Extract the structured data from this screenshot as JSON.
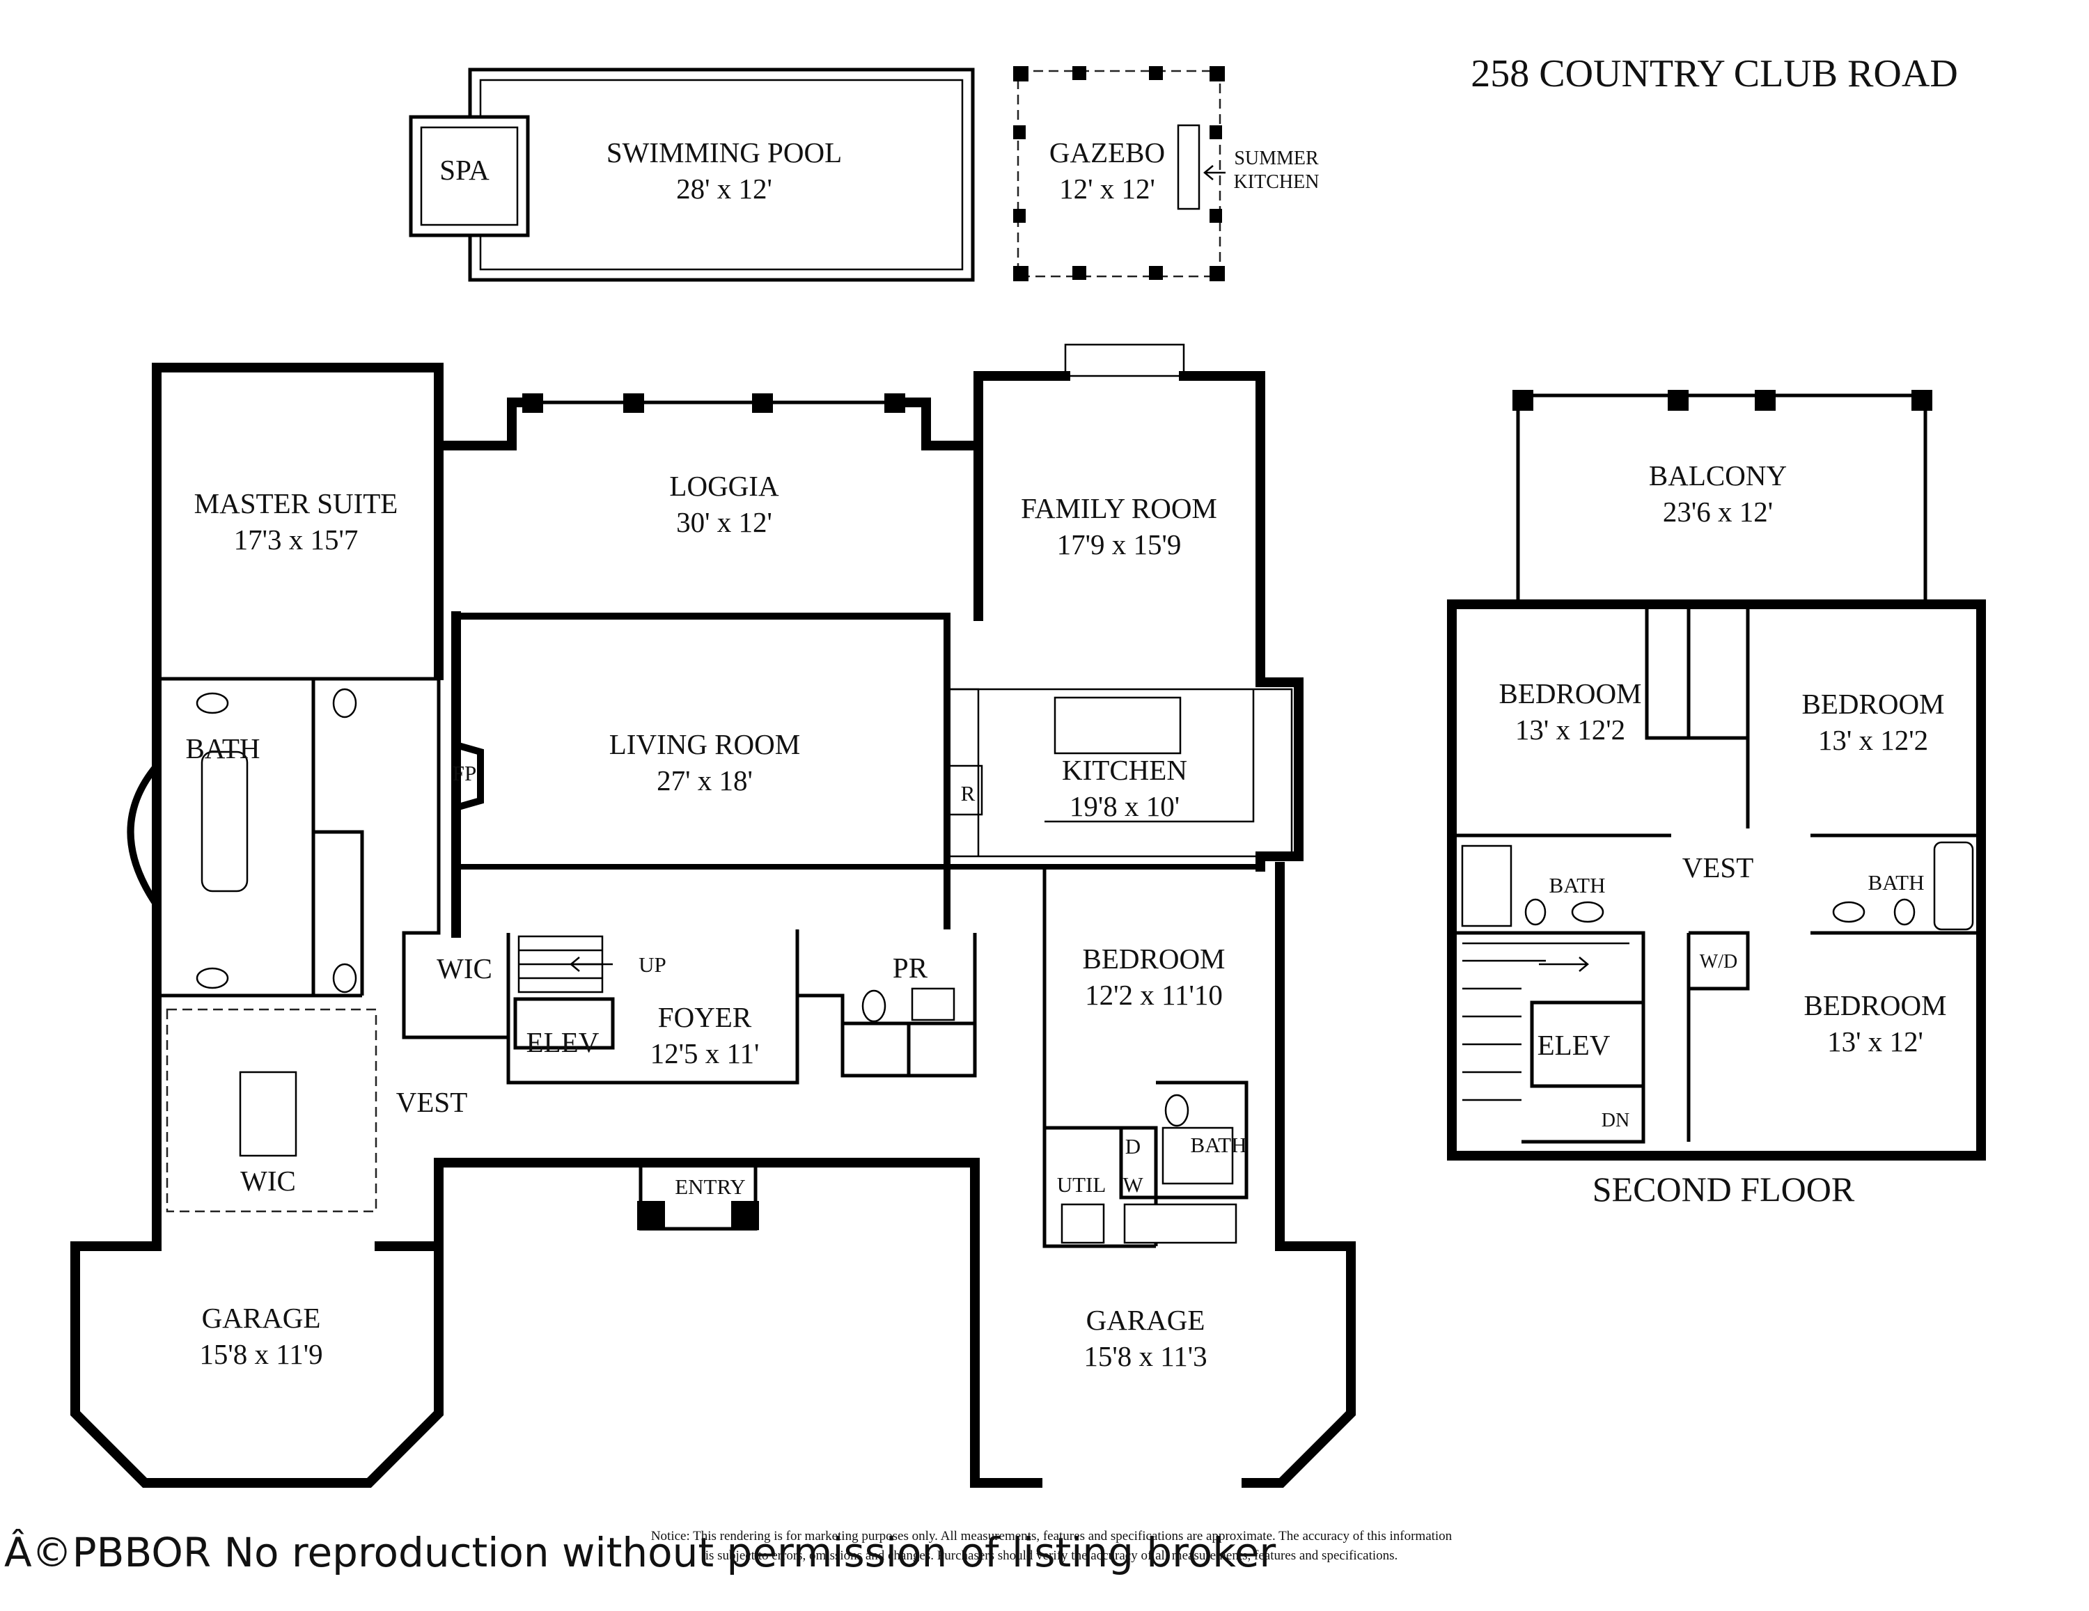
{
  "header": {
    "address": "258 COUNTRY CLUB ROAD"
  },
  "outdoor": {
    "spa": "SPA",
    "pool": {
      "name": "SWIMMING POOL",
      "size": "28' x 12'"
    },
    "gazebo": {
      "name": "GAZEBO",
      "size": "12' x 12'"
    },
    "summer_kitchen": [
      "SUMMER",
      "KITCHEN"
    ]
  },
  "first_floor": {
    "master_suite": {
      "name": "MASTER SUITE",
      "size": "17'3 x 15'7"
    },
    "loggia": {
      "name": "LOGGIA",
      "size": "30' x 12'"
    },
    "family_room": {
      "name": "FAMILY ROOM",
      "size": "17'9 x 15'9"
    },
    "living_room": {
      "name": "LIVING ROOM",
      "size": "27' x 18'"
    },
    "kitchen": {
      "name": "KITCHEN",
      "size": "19'8 x 10'"
    },
    "bath": "BATH",
    "fp": "FP",
    "r": "R",
    "wic_upper": "WIC",
    "up": "UP",
    "elev": "ELEV",
    "foyer": {
      "name": "FOYER",
      "size": "12'5 x 11'"
    },
    "pr": "PR",
    "bedroom": {
      "name": "BEDROOM",
      "size": "12'2 x 11'10"
    },
    "vest": "VEST",
    "wic_lower": "WIC",
    "entry": "ENTRY",
    "d": "D",
    "w": "W",
    "util": "UTIL",
    "bath_right": "BATH",
    "garage_left": {
      "name": "GARAGE",
      "size": "15'8 x 11'9"
    },
    "garage_right": {
      "name": "GARAGE",
      "size": "15'8 x 11'3"
    }
  },
  "second_floor": {
    "label": "SECOND FLOOR",
    "balcony": {
      "name": "BALCONY",
      "size": "23'6 x 12'"
    },
    "bedroom_1": {
      "name": "BEDROOM",
      "size": "13' x 12'2"
    },
    "bedroom_2": {
      "name": "BEDROOM",
      "size": "13' x 12'2"
    },
    "bedroom_3": {
      "name": "BEDROOM",
      "size": "13' x 12'"
    },
    "bath_left": "BATH",
    "bath_right": "BATH",
    "vest": "VEST",
    "wd": "W/D",
    "elev": "ELEV",
    "dn": "DN"
  },
  "footer": {
    "watermark": "Â©PBBOR No reproduction without permission of listing broker",
    "notice_line1": "Notice: This rendering is for marketing purposes only. All measurements, features and specifications are approximate. The accuracy of this information",
    "notice_line2": "is subject to errors, omissions and changes. Purchasers should verify the accuracy of all measurements, features and specifications."
  }
}
